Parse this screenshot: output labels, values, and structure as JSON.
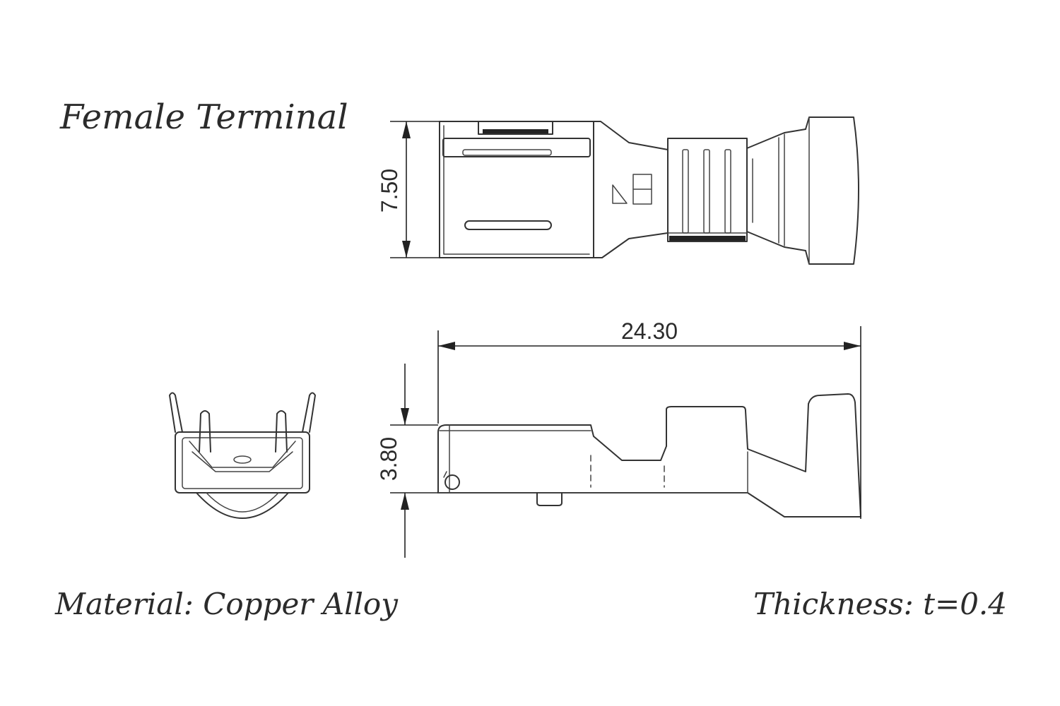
{
  "title": "Female Terminal",
  "material": "Material: Copper Alloy",
  "thickness": "Thickness: t=0.4",
  "dimensions": {
    "width_top": "7.50",
    "length": "24.30",
    "height": "3.80"
  }
}
